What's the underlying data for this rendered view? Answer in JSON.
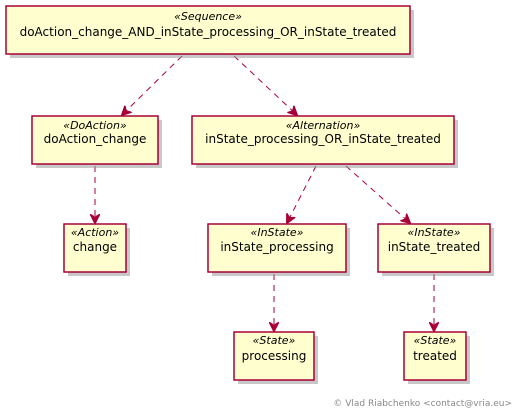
{
  "nodes": {
    "seq": {
      "stereotype": "«Sequence»",
      "name": "doAction_change_AND_inState_processing_OR_inState_treated"
    },
    "doact": {
      "stereotype": "«DoAction»",
      "name": "doAction_change"
    },
    "alt": {
      "stereotype": "«Alternation»",
      "name": "inState_processing_OR_inState_treated"
    },
    "action": {
      "stereotype": "«Action»",
      "name": "change"
    },
    "isproc": {
      "stereotype": "«InState»",
      "name": "inState_processing"
    },
    "istreat": {
      "stereotype": "«InState»",
      "name": "inState_treated"
    },
    "sproc": {
      "stereotype": "«State»",
      "name": "processing"
    },
    "streat": {
      "stereotype": "«State»",
      "name": "treated"
    }
  },
  "edges": [
    {
      "from": "seq",
      "to": "doact"
    },
    {
      "from": "seq",
      "to": "alt"
    },
    {
      "from": "doact",
      "to": "action"
    },
    {
      "from": "alt",
      "to": "isproc"
    },
    {
      "from": "alt",
      "to": "istreat"
    },
    {
      "from": "isproc",
      "to": "sproc"
    },
    {
      "from": "istreat",
      "to": "streat"
    }
  ],
  "colors": {
    "fill": "#FEFECE",
    "border": "#A80036",
    "edge": "#A80036"
  },
  "footer": "© Vlad Riabchenko <contact@vria.eu>"
}
